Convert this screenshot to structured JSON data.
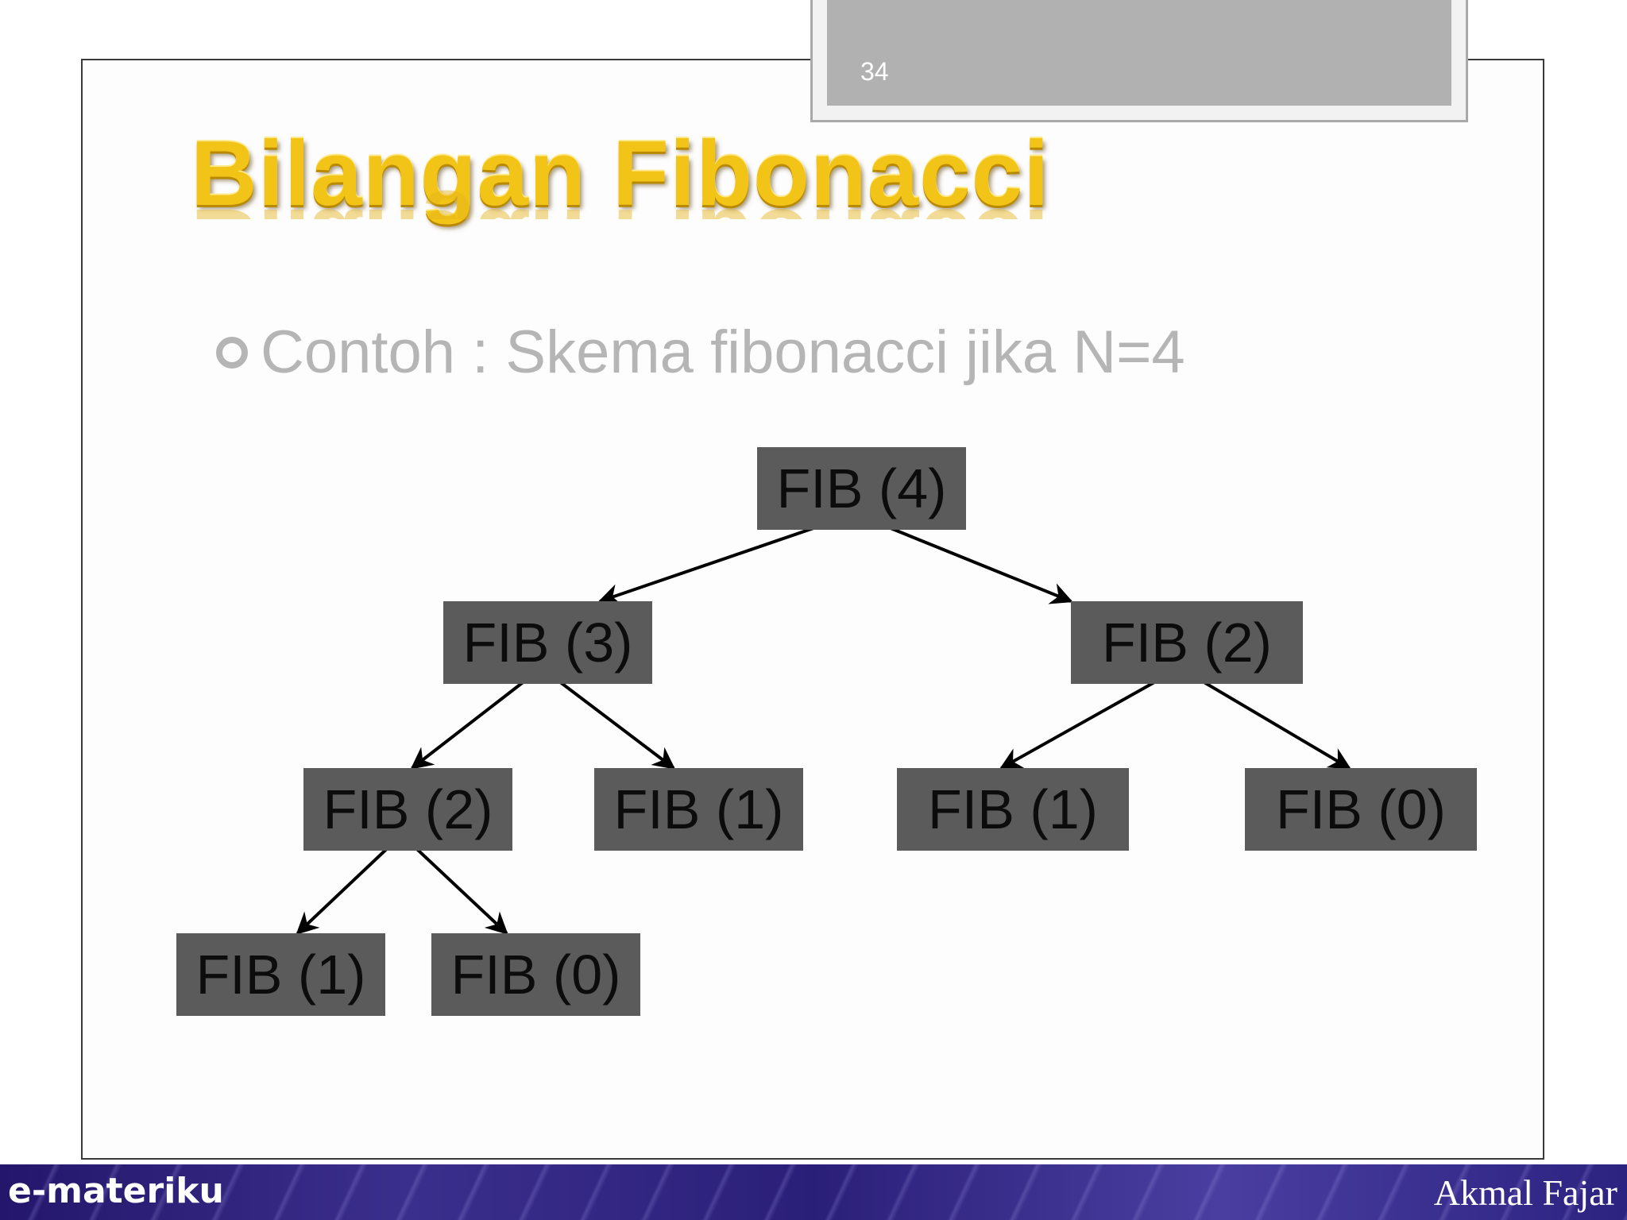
{
  "slide": {
    "page_number": "34",
    "title": "Bilangan Fibonacci",
    "bullet": "Contoh : Skema fibonacci jika N=4"
  },
  "tree": {
    "nodes": [
      {
        "id": "n4",
        "label": "FIB (4)"
      },
      {
        "id": "n3",
        "label": "FIB (3)"
      },
      {
        "id": "n2r",
        "label": "FIB (2)"
      },
      {
        "id": "n2l",
        "label": "FIB (2)"
      },
      {
        "id": "n1a",
        "label": "FIB (1)"
      },
      {
        "id": "n1b",
        "label": "FIB (1)"
      },
      {
        "id": "n0a",
        "label": "FIB (0)"
      },
      {
        "id": "n1c",
        "label": "FIB (1)"
      },
      {
        "id": "n0b",
        "label": "FIB (0)"
      }
    ],
    "edges": [
      [
        "n4",
        "n3"
      ],
      [
        "n4",
        "n2r"
      ],
      [
        "n3",
        "n2l"
      ],
      [
        "n3",
        "n1a"
      ],
      [
        "n2r",
        "n1b"
      ],
      [
        "n2r",
        "n0a"
      ],
      [
        "n2l",
        "n1c"
      ],
      [
        "n2l",
        "n0b"
      ]
    ]
  },
  "footer": {
    "brand_left": "e-materiku",
    "brand_right": "Akmal Fajar"
  },
  "colors": {
    "title": "#f2c418",
    "bullet_text": "#b5b5b5",
    "node_fill": "#5c5b5c",
    "node_text": "#0c0c0c",
    "arrow": "#000000",
    "footer_bar": "#2a1f78"
  }
}
